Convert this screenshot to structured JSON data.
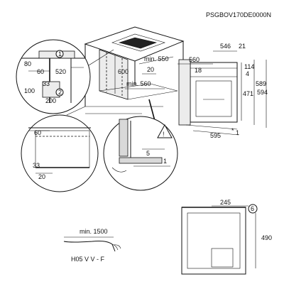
{
  "document": {
    "model_code": "PSGBOV170DE0000N"
  },
  "dimensions": {
    "d80": "80",
    "d60a": "60",
    "d520": "520",
    "d33a": "33",
    "d100": "100",
    "d200": "200",
    "d600": "600",
    "d_min550": "min. 550",
    "d20a": "20",
    "d_min560": "min. 560",
    "d546": "546",
    "d21": "21",
    "d560": "560",
    "d18": "18",
    "d114": "114",
    "d4": "4",
    "d589": "589",
    "d594": "594",
    "d471": "471",
    "d595": "595",
    "d_star": "*",
    "d60b": "60",
    "d33b": "33",
    "d20b": "20",
    "d5": "5",
    "d1a": "1",
    "d1b": "1",
    "d245": "245",
    "d490": "490",
    "d_min1500": "min. 1500"
  },
  "cable": {
    "type_label": "H05 V V - F"
  },
  "markers": {
    "marker1": "1",
    "marker2": "2",
    "marker3": "6"
  },
  "colors": {
    "line": "#111111",
    "fill_grey": "#d9d9d9",
    "background": "#ffffff"
  }
}
